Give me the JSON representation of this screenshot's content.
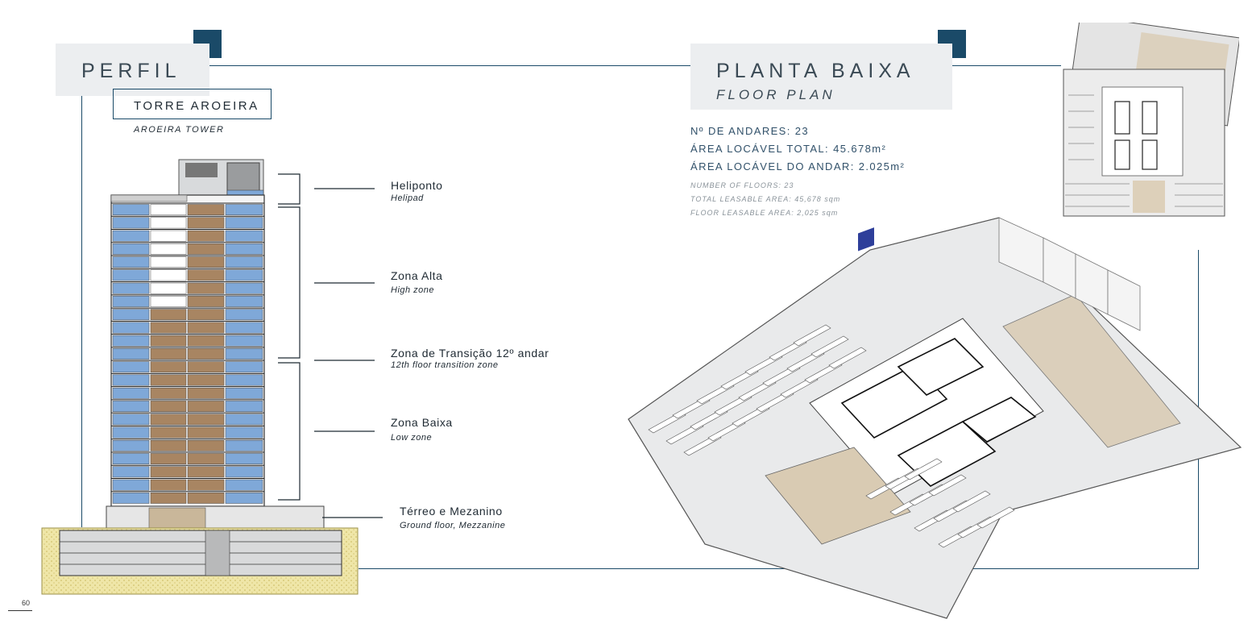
{
  "profile": {
    "title": "PERFIL",
    "tower_name": "TORRE AROEIRA",
    "tower_name_en": "AROEIRA TOWER"
  },
  "zones": [
    {
      "pt": "Heliponto",
      "en": "Helipad"
    },
    {
      "pt": "Zona Alta",
      "en": "High zone"
    },
    {
      "pt": "Zona de Transição 12º andar",
      "en": "12th floor transition zone"
    },
    {
      "pt": "Zona Baixa",
      "en": "Low zone"
    },
    {
      "pt": "Térreo e Mezanino",
      "en": "Ground floor, Mezzanine"
    }
  ],
  "floor_plan": {
    "title": "PLANTA BAIXA",
    "subtitle": "FLOOR PLAN",
    "stats_pt": [
      "Nº DE ANDARES: 23",
      "ÁREA LOCÁVEL TOTAL: 45.678m²",
      "ÁREA LOCÁVEL DO ANDAR: 2.025m²"
    ],
    "stats_en": [
      "NUMBER OF FLOORS: 23",
      "TOTAL LEASABLE AREA: 45,678 sqm",
      "FLOOR LEASABLE AREA: 2,025 sqm"
    ]
  },
  "page_number": "60",
  "colors": {
    "accent": "#1a4a68",
    "header_bg": "#eceef0",
    "glass": "#7fa8d8",
    "wood": "#a88562",
    "ground": "#efe6a8"
  }
}
